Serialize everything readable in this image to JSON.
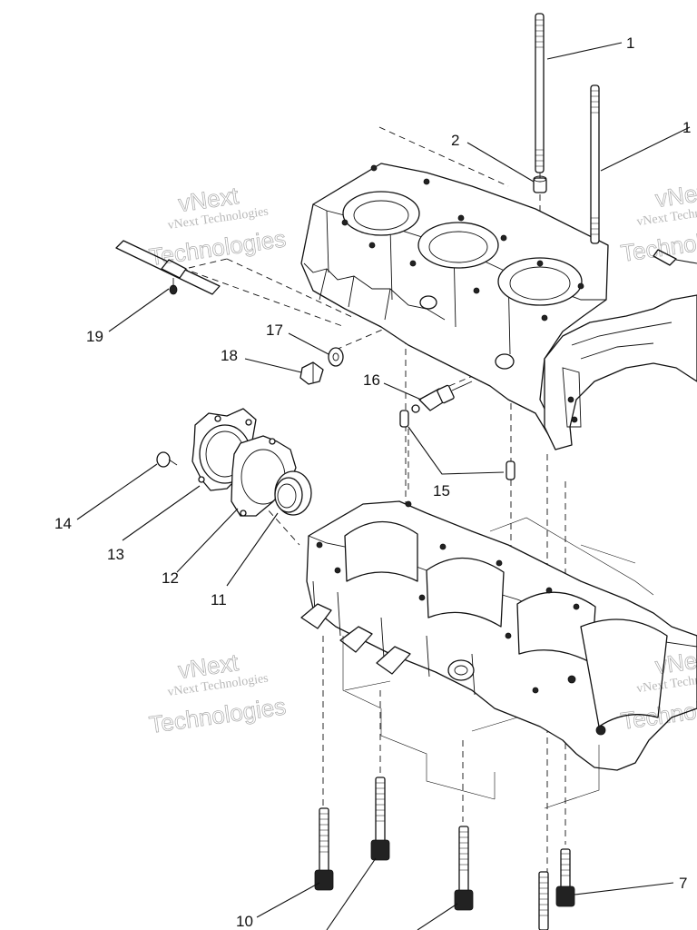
{
  "callouts": [
    {
      "label": "1"
    },
    {
      "label": "1"
    },
    {
      "label": "2"
    },
    {
      "label": "7"
    },
    {
      "label": "10"
    },
    {
      "label": "11"
    },
    {
      "label": "12"
    },
    {
      "label": "13"
    },
    {
      "label": "14"
    },
    {
      "label": "15"
    },
    {
      "label": "16"
    },
    {
      "label": "17"
    },
    {
      "label": "18"
    },
    {
      "label": "19"
    }
  ],
  "watermark": {
    "line1": "vNext Technologies",
    "line2": "vNext",
    "line3": "Technologies"
  },
  "colors": {
    "ink": "#111111",
    "background": "#ffffff"
  }
}
